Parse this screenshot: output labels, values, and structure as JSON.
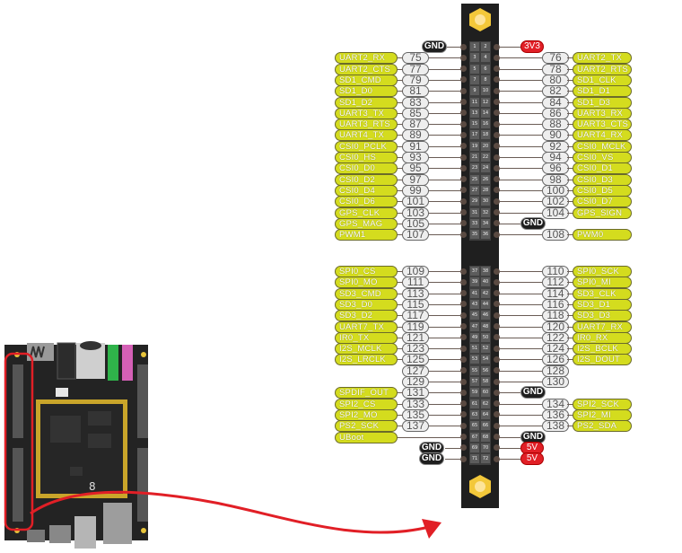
{
  "diagram": {
    "title": "Expansion header pinout",
    "colors": {
      "signal_label": "#d4dc1e",
      "gpio_number_bg": "#eeeeee",
      "gnd": "#1e1e1e",
      "power": "#e11f26",
      "header_body": "#1f1f1f",
      "mount_hole": "#f3c83a",
      "arrow": "#e11f26",
      "highlight_box": "#e11f26"
    },
    "header_top": {
      "rows": [
        {
          "left_pin": "1",
          "right_pin": "2",
          "left": {
            "type": "gnd",
            "text": "GND"
          },
          "right": {
            "type": "power",
            "text": "3V3"
          }
        },
        {
          "left_pin": "3",
          "right_pin": "4",
          "left": {
            "type": "signal",
            "num": "75",
            "label": "UART2_RX"
          },
          "right": {
            "type": "signal",
            "num": "76",
            "label": "UART2_TX"
          }
        },
        {
          "left_pin": "5",
          "right_pin": "6",
          "left": {
            "type": "signal",
            "num": "77",
            "label": "UART2_CTS"
          },
          "right": {
            "type": "signal",
            "num": "78",
            "label": "UART2_RTS"
          }
        },
        {
          "left_pin": "7",
          "right_pin": "8",
          "left": {
            "type": "signal",
            "num": "79",
            "label": "SD1_CMD"
          },
          "right": {
            "type": "signal",
            "num": "80",
            "label": "SD1_CLK"
          }
        },
        {
          "left_pin": "9",
          "right_pin": "10",
          "left": {
            "type": "signal",
            "num": "81",
            "label": "SD1_D0"
          },
          "right": {
            "type": "signal",
            "num": "82",
            "label": "SD1_D1"
          }
        },
        {
          "left_pin": "11",
          "right_pin": "12",
          "left": {
            "type": "signal",
            "num": "83",
            "label": "SD1_D2"
          },
          "right": {
            "type": "signal",
            "num": "84",
            "label": "SD1_D3"
          }
        },
        {
          "left_pin": "13",
          "right_pin": "14",
          "left": {
            "type": "signal",
            "num": "85",
            "label": "UART3_TX"
          },
          "right": {
            "type": "signal",
            "num": "86",
            "label": "UART3_RX"
          }
        },
        {
          "left_pin": "15",
          "right_pin": "16",
          "left": {
            "type": "signal",
            "num": "87",
            "label": "UART3_RTS"
          },
          "right": {
            "type": "signal",
            "num": "88",
            "label": "UART3_CTS"
          }
        },
        {
          "left_pin": "17",
          "right_pin": "18",
          "left": {
            "type": "signal",
            "num": "89",
            "label": "UART4_TX"
          },
          "right": {
            "type": "signal",
            "num": "90",
            "label": "UART4_RX"
          }
        },
        {
          "left_pin": "19",
          "right_pin": "20",
          "left": {
            "type": "signal",
            "num": "91",
            "label": "CSI0_PCLK"
          },
          "right": {
            "type": "signal",
            "num": "92",
            "label": "CSI0_MCLK"
          }
        },
        {
          "left_pin": "21",
          "right_pin": "22",
          "left": {
            "type": "signal",
            "num": "93",
            "label": "CSI0_HS"
          },
          "right": {
            "type": "signal",
            "num": "94",
            "label": "CSI0_VS"
          }
        },
        {
          "left_pin": "23",
          "right_pin": "24",
          "left": {
            "type": "signal",
            "num": "95",
            "label": "CSI0_D0"
          },
          "right": {
            "type": "signal",
            "num": "96",
            "label": "CSI0_D1"
          }
        },
        {
          "left_pin": "25",
          "right_pin": "26",
          "left": {
            "type": "signal",
            "num": "97",
            "label": "CSI0_D2"
          },
          "right": {
            "type": "signal",
            "num": "98",
            "label": "CSI0_D3"
          }
        },
        {
          "left_pin": "27",
          "right_pin": "28",
          "left": {
            "type": "signal",
            "num": "99",
            "label": "CSI0_D4"
          },
          "right": {
            "type": "signal",
            "num": "100",
            "label": "CSI0_D5"
          }
        },
        {
          "left_pin": "29",
          "right_pin": "30",
          "left": {
            "type": "signal",
            "num": "101",
            "label": "CSI0_D6"
          },
          "right": {
            "type": "signal",
            "num": "102",
            "label": "CSI0_D7"
          }
        },
        {
          "left_pin": "31",
          "right_pin": "32",
          "left": {
            "type": "signal",
            "num": "103",
            "label": "GPS_CLK"
          },
          "right": {
            "type": "signal",
            "num": "104",
            "label": "GPS_SIGN"
          }
        },
        {
          "left_pin": "33",
          "right_pin": "34",
          "left": {
            "type": "signal",
            "num": "105",
            "label": "GPS_MAG"
          },
          "right": {
            "type": "gnd",
            "text": "GND"
          }
        },
        {
          "left_pin": "35",
          "right_pin": "36",
          "left": {
            "type": "signal",
            "num": "107",
            "label": "PWM1"
          },
          "right": {
            "type": "signal",
            "num": "108",
            "label": "PWM0"
          }
        }
      ]
    },
    "header_bottom": {
      "rows": [
        {
          "left_pin": "37",
          "right_pin": "38",
          "left": {
            "type": "signal",
            "num": "109",
            "label": "SPI0_CS"
          },
          "right": {
            "type": "signal",
            "num": "110",
            "label": "SPI0_SCK"
          }
        },
        {
          "left_pin": "39",
          "right_pin": "40",
          "left": {
            "type": "signal",
            "num": "111",
            "label": "SPI0_MO"
          },
          "right": {
            "type": "signal",
            "num": "112",
            "label": "SPI0_MI"
          }
        },
        {
          "left_pin": "41",
          "right_pin": "42",
          "left": {
            "type": "signal",
            "num": "113",
            "label": "SD3_CMD"
          },
          "right": {
            "type": "signal",
            "num": "114",
            "label": "SD3_CLK"
          }
        },
        {
          "left_pin": "43",
          "right_pin": "44",
          "left": {
            "type": "signal",
            "num": "115",
            "label": "SD3_D0"
          },
          "right": {
            "type": "signal",
            "num": "116",
            "label": "SD3_D1"
          }
        },
        {
          "left_pin": "45",
          "right_pin": "46",
          "left": {
            "type": "signal",
            "num": "117",
            "label": "SD3_D2"
          },
          "right": {
            "type": "signal",
            "num": "118",
            "label": "SD3_D3"
          }
        },
        {
          "left_pin": "47",
          "right_pin": "48",
          "left": {
            "type": "signal",
            "num": "119",
            "label": "UART7_TX"
          },
          "right": {
            "type": "signal",
            "num": "120",
            "label": "UART7_RX"
          }
        },
        {
          "left_pin": "49",
          "right_pin": "50",
          "left": {
            "type": "signal",
            "num": "121",
            "label": "IR0_TX"
          },
          "right": {
            "type": "signal",
            "num": "122",
            "label": "IR0_RX"
          }
        },
        {
          "left_pin": "51",
          "right_pin": "52",
          "left": {
            "type": "signal",
            "num": "123",
            "label": "I2S_MCLK"
          },
          "right": {
            "type": "signal",
            "num": "124",
            "label": "I2S_BCLK"
          }
        },
        {
          "left_pin": "53",
          "right_pin": "54",
          "left": {
            "type": "signal",
            "num": "125",
            "label": "I2S_LRCLK"
          },
          "right": {
            "type": "signal",
            "num": "126",
            "label": "I2S_DOUT"
          }
        },
        {
          "left_pin": "55",
          "right_pin": "56",
          "left": {
            "type": "num",
            "num": "127"
          },
          "right": {
            "type": "num",
            "num": "128"
          }
        },
        {
          "left_pin": "57",
          "right_pin": "58",
          "left": {
            "type": "num",
            "num": "129"
          },
          "right": {
            "type": "num",
            "num": "130"
          }
        },
        {
          "left_pin": "59",
          "right_pin": "60",
          "left": {
            "type": "signal",
            "num": "131",
            "label": "SPDIF_OUT"
          },
          "right": {
            "type": "gnd",
            "text": "GND"
          }
        },
        {
          "left_pin": "61",
          "right_pin": "62",
          "left": {
            "type": "signal",
            "num": "133",
            "label": "SPI2_CS"
          },
          "right": {
            "type": "signal",
            "num": "134",
            "label": "SPI2_SCK"
          }
        },
        {
          "left_pin": "63",
          "right_pin": "64",
          "left": {
            "type": "signal",
            "num": "135",
            "label": "SPI2_MO"
          },
          "right": {
            "type": "signal",
            "num": "136",
            "label": "SPI2_MI"
          }
        },
        {
          "left_pin": "65",
          "right_pin": "66",
          "left": {
            "type": "signal",
            "num": "137",
            "label": "PS2_SCK"
          },
          "right": {
            "type": "signal",
            "num": "138",
            "label": "PS2_SDA"
          }
        },
        {
          "left_pin": "67",
          "right_pin": "68",
          "left": {
            "type": "labelonly",
            "label": "UBoot"
          },
          "right": {
            "type": "gnd",
            "text": "GND"
          }
        },
        {
          "left_pin": "69",
          "right_pin": "70",
          "left": {
            "type": "gnd",
            "text": "GND"
          },
          "right": {
            "type": "power",
            "text": "5V"
          }
        },
        {
          "left_pin": "71",
          "right_pin": "72",
          "left": {
            "type": "gnd",
            "text": "GND"
          },
          "right": {
            "type": "power",
            "text": "5V"
          }
        }
      ]
    },
    "board": {
      "description": "Development board thumbnail with left header highlighted",
      "silkscreen_mark": "8"
    }
  }
}
